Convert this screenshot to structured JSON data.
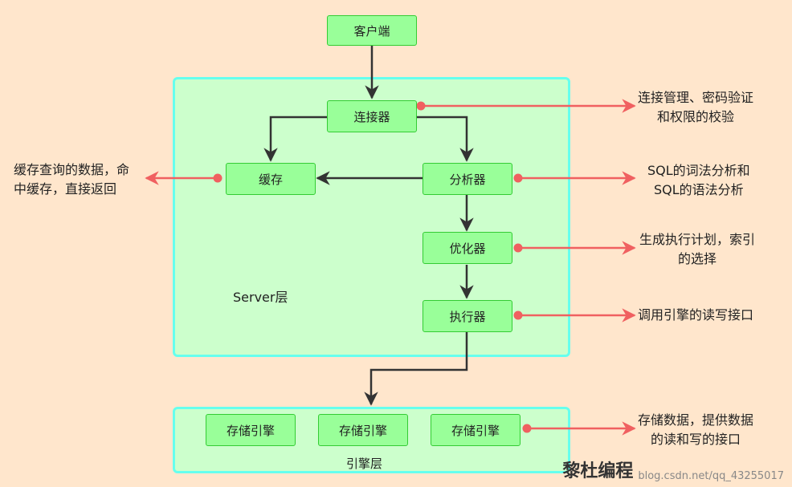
{
  "nodes": {
    "client": "客户端",
    "connector": "连接器",
    "cache": "缓存",
    "analyzer": "分析器",
    "optimizer": "优化器",
    "executor": "执行器",
    "engine1": "存储引擎",
    "engine2": "存储引擎",
    "engine3": "存储引擎"
  },
  "layers": {
    "server": "Server层",
    "engine": "引擎层"
  },
  "notes": {
    "connector": [
      "连接管理、密码验证",
      "和权限的校验"
    ],
    "cache": [
      "缓存查询的数据，命",
      "中缓存，直接返回"
    ],
    "analyzer": [
      "SQL的词法分析和",
      "SQL的语法分析"
    ],
    "optimizer": [
      "生成执行计划，索引",
      "的选择"
    ],
    "executor": [
      "调用引擎的读写接口"
    ],
    "engine": [
      "存储数据，提供数据",
      "的读和写的接口"
    ]
  },
  "watermark": {
    "logo": "黎杜编程",
    "url": "blog.csdn.net/qq_43255017"
  },
  "colors": {
    "background": "#ffe6cc",
    "layer_fill": "#ccffcc",
    "layer_border": "#66ffee",
    "node_fill": "#99ff99",
    "node_border": "#33cc33",
    "flow_arrow": "#333333",
    "note_arrow": "#f06060"
  }
}
